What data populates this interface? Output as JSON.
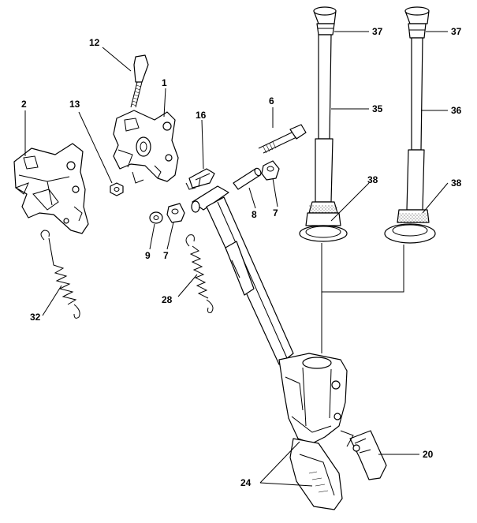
{
  "callouts": {
    "c1": "1",
    "c2": "2",
    "c6": "6",
    "c7a": "7",
    "c7b": "7",
    "c8": "8",
    "c9": "9",
    "c12": "12",
    "c13": "13",
    "c16": "16",
    "c20": "20",
    "c24": "24",
    "c28": "28",
    "c32": "32",
    "c35": "35",
    "c36": "36",
    "c37a": "37",
    "c37b": "37",
    "c38a": "38",
    "c38b": "38"
  }
}
